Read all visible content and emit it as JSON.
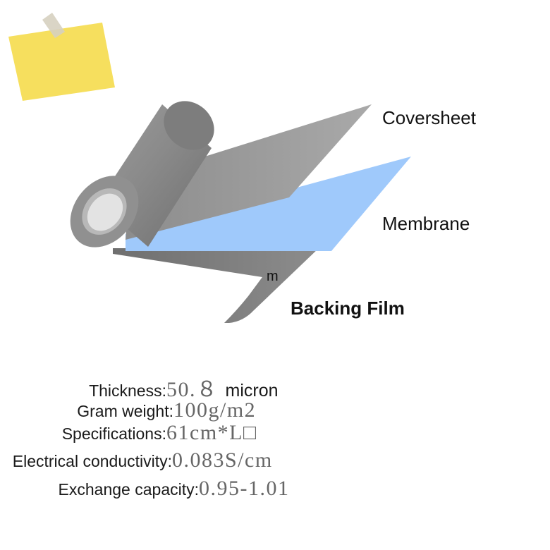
{
  "layers": {
    "coversheet": "Coversheet",
    "membrane": "Membrane",
    "backing_film": "Backing Film",
    "small_mark": "m"
  },
  "specs": [
    {
      "label": "Thickness:",
      "value": "50.８",
      "unit": "micron"
    },
    {
      "label": "Gram weight:",
      "value": "100g/m2",
      "unit": ""
    },
    {
      "label": "Specifications:",
      "value": "61cm*L□",
      "unit": ""
    },
    {
      "label": "Electrical conductivity:",
      "value": "0.083S/cm",
      "unit": ""
    },
    {
      "label": "Exchange capacity:",
      "value": "0.95-1.01",
      "unit": ""
    }
  ],
  "colors": {
    "sticky_note": "#f6df5e",
    "tape": "#d8d2c3",
    "membrane": "#9fc9fb",
    "sheet_grey": "#9a9a9a",
    "roll_grey": "#8f8f8f",
    "roll_core": "#e3e3e3"
  }
}
